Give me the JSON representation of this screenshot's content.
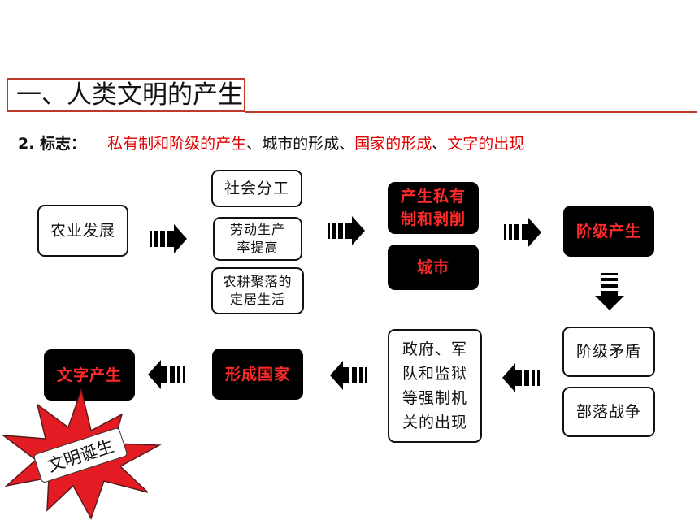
{
  "dot": "·",
  "title": "一、人类文明的产生",
  "subtitle": {
    "label": "2. 标志：",
    "items": [
      "私有制和阶级的产生",
      "城市的形成",
      "国家的形成",
      "文字的出现"
    ],
    "separator": "、"
  },
  "nodes": {
    "agriculture": "农业发展",
    "social_division": "社会分工",
    "productivity": "劳动生产\n率提高",
    "settled_life": "农耕聚落的\n定居生活",
    "private_ownership": "产生私有\n制和剥削",
    "city": "城市",
    "class": "阶级产生",
    "class_conflict": "阶级矛盾",
    "tribal_war": "部落战争",
    "state_organs": "政府、军\n队和监狱\n等强制机\n关的出现",
    "state": "形成国家",
    "writing": "文字产生"
  },
  "badge": "文明诞生",
  "colors": {
    "accent_red": "#e00000",
    "title_border": "#c0392b",
    "badge_red": "#e31b23",
    "black": "#000000"
  }
}
